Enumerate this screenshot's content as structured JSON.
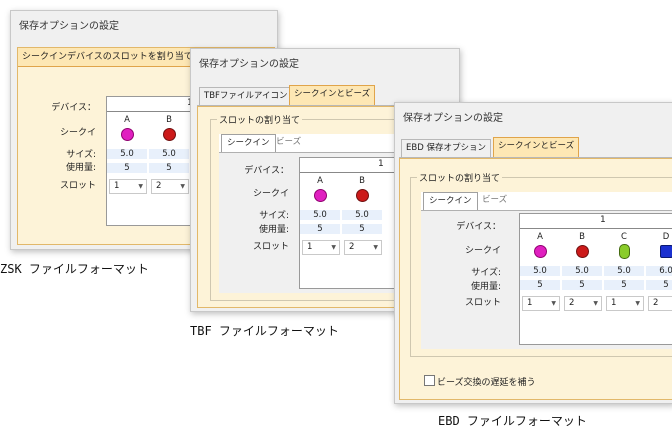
{
  "window_title": "保存オプションの設定",
  "captions": {
    "zsk": "ZSK ファイルフォーマット",
    "tbf": "TBF ファイルフォーマット",
    "ebd": "EBD ファイルフォーマット"
  },
  "zsk_dialog": {
    "header": "シークインデバイスのスロットを割り当て",
    "labels": {
      "device": "デバイス：",
      "sequin": "シークイ",
      "size": "サイズ:",
      "usage": "使用量:",
      "slot": "スロット"
    },
    "device_number": "1",
    "columns": [
      {
        "letter": "A",
        "color": "#e020c0",
        "size": "5.0",
        "usage": "5",
        "slot": "1"
      },
      {
        "letter": "B",
        "color": "#cc1a1a",
        "size": "5.0",
        "usage": "5",
        "slot": "2"
      }
    ]
  },
  "tbf_dialog": {
    "tabs": [
      "TBFファイルアイコン",
      "シークインとビーズ"
    ],
    "group_label": "スロットの割り当て",
    "subtabs": [
      "シークイン",
      "ビーズ"
    ],
    "labels": {
      "device": "デバイス：",
      "sequin": "シークイ",
      "size": "サイズ:",
      "usage": "使用量:",
      "slot": "スロット"
    },
    "device_number": "1",
    "columns": [
      {
        "letter": "A",
        "color": "#e020c0",
        "size": "5.0",
        "usage": "5",
        "slot": "1"
      },
      {
        "letter": "B",
        "color": "#cc1a1a",
        "size": "5.0",
        "usage": "5",
        "slot": "2"
      }
    ]
  },
  "ebd_dialog": {
    "tabs": [
      "EBD 保存オプション",
      "シークインとビーズ"
    ],
    "group_label": "スロットの割り当て",
    "subtabs": [
      "シークイン",
      "ビーズ"
    ],
    "labels": {
      "device": "デバイス：",
      "sequin": "シークイ",
      "size": "サイズ:",
      "usage": "使用量:",
      "slot": "スロット"
    },
    "device_number": "1",
    "columns": [
      {
        "letter": "A",
        "color": "#e020c0",
        "size": "5.0",
        "usage": "5",
        "slot": "1"
      },
      {
        "letter": "B",
        "color": "#cc1a1a",
        "size": "5.0",
        "usage": "5",
        "slot": "2"
      },
      {
        "letter": "C",
        "color": "#8acc2a",
        "size": "5.0",
        "usage": "5",
        "slot": "1"
      },
      {
        "letter": "D",
        "color": "#1a30d0",
        "size": "6.0",
        "usage": "5",
        "slot": "2"
      }
    ],
    "checkbox_label": "ビーズ交換の遅延を補う"
  }
}
